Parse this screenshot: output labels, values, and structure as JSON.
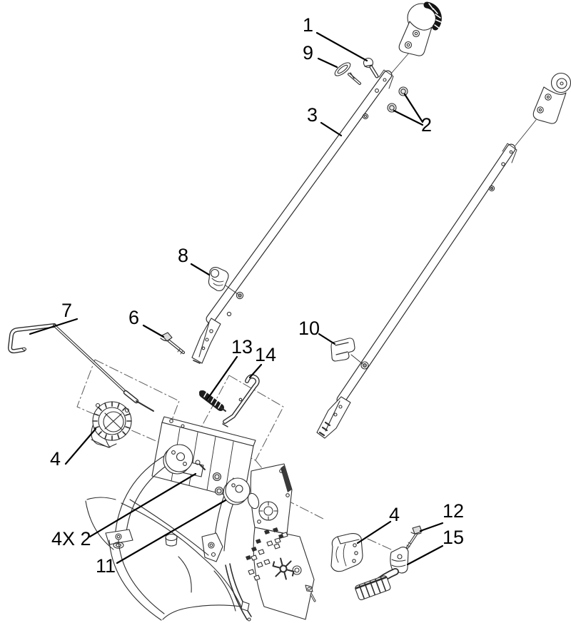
{
  "diagram": {
    "type": "exploded-parts-diagram",
    "subject": "handle-assembly",
    "background_color": "#ffffff",
    "line_color": "#2e2e2e",
    "label_color": "#000000",
    "phantom_line_style": "dash-dot",
    "callouts": [
      {
        "label": "1"
      },
      {
        "label": "9"
      },
      {
        "label": "3"
      },
      {
        "label": "2"
      },
      {
        "label": "8"
      },
      {
        "label": "7"
      },
      {
        "label": "6"
      },
      {
        "label": "10"
      },
      {
        "label": "13"
      },
      {
        "label": "14"
      },
      {
        "label": "4"
      },
      {
        "label": "4X 2"
      },
      {
        "label": "11"
      },
      {
        "label": "4"
      },
      {
        "label": "12"
      },
      {
        "label": "15"
      }
    ]
  }
}
